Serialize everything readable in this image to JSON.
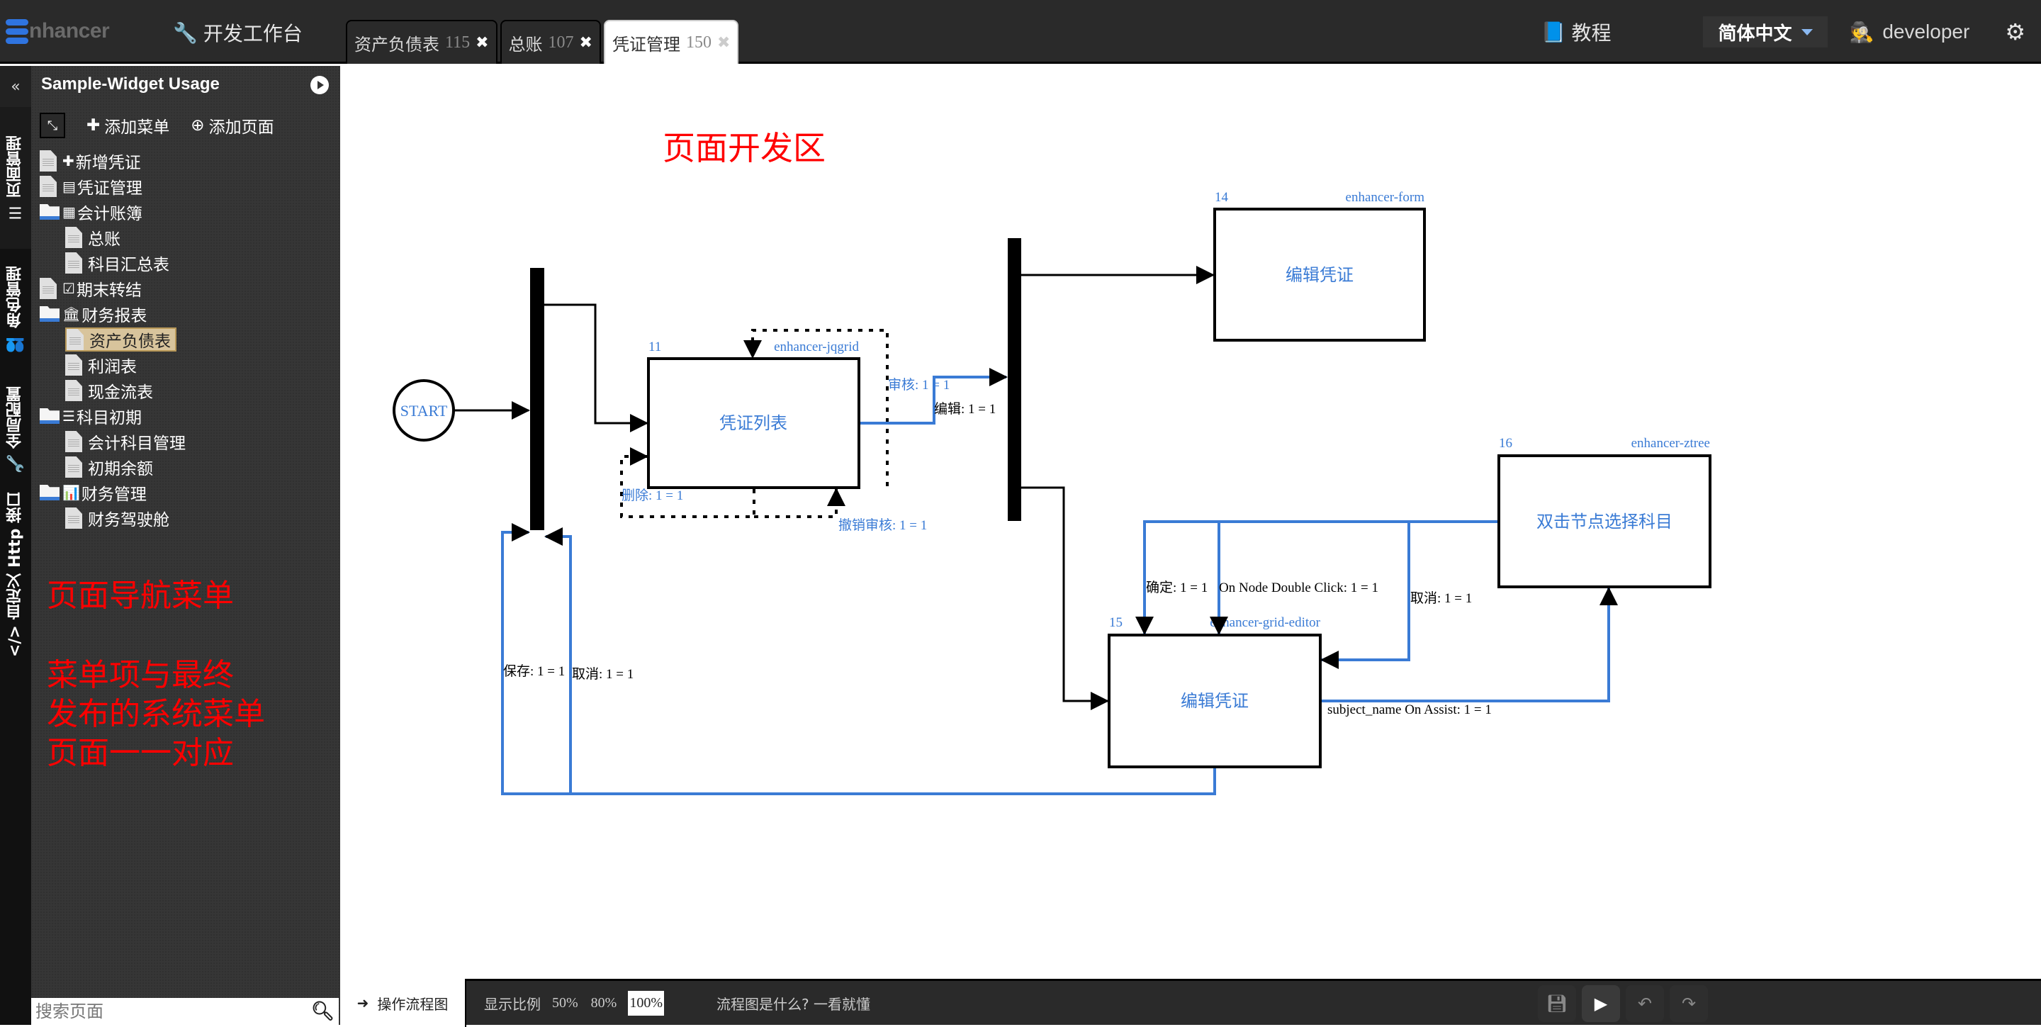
{
  "header": {
    "logo_text": "nhancer",
    "workbench_label": "开发工作台",
    "tabs": [
      {
        "label": "资产负债表",
        "id": "115",
        "active": false
      },
      {
        "label": "总账",
        "id": "107",
        "active": false
      },
      {
        "label": "凭证管理",
        "id": "150",
        "active": true
      }
    ],
    "tutorial_label": "教程",
    "language": "简体中文",
    "user": "developer",
    "icons": {
      "workbench": "wrench-icon",
      "tutorial": "book-icon",
      "user": "spy-icon",
      "settings": "gears-icon",
      "tab_close": "close-icon"
    }
  },
  "vertical_tabs": {
    "collapse": "«",
    "items": [
      {
        "label": "页面管理",
        "icon": "list-icon",
        "glyph": "☰"
      },
      {
        "label": "角色管理",
        "icon": "users-icon",
        "glyph": "👥"
      },
      {
        "label": "全局配置",
        "icon": "wrench-icon",
        "glyph": "🔧"
      },
      {
        "label": "自定义 Http 接口",
        "icon": "code-icon",
        "glyph": "</>"
      }
    ]
  },
  "sidebar": {
    "title": "Sample-Widget Usage",
    "add_menu": "添加菜单",
    "add_page": "添加页面",
    "tree": [
      {
        "label": "新增凭证",
        "type": "page",
        "level": 0,
        "glyph": "✚"
      },
      {
        "label": "凭证管理",
        "type": "page",
        "level": 0,
        "glyph": "▤"
      },
      {
        "label": "会计账簿",
        "type": "folder",
        "level": 0,
        "glyph": "▦"
      },
      {
        "label": "总账",
        "type": "page",
        "level": 1,
        "glyph": ""
      },
      {
        "label": "科目汇总表",
        "type": "page",
        "level": 1,
        "glyph": ""
      },
      {
        "label": "期末转结",
        "type": "page",
        "level": 0,
        "glyph": "☑"
      },
      {
        "label": "财务报表",
        "type": "folder",
        "level": 0,
        "glyph": "🏛"
      },
      {
        "label": "资产负债表",
        "type": "page",
        "level": 1,
        "glyph": "",
        "selected": true
      },
      {
        "label": "利润表",
        "type": "page",
        "level": 1,
        "glyph": ""
      },
      {
        "label": "现金流表",
        "type": "page",
        "level": 1,
        "glyph": ""
      },
      {
        "label": "科目初期",
        "type": "folder",
        "level": 0,
        "glyph": "☰"
      },
      {
        "label": "会计科目管理",
        "type": "page",
        "level": 1,
        "glyph": ""
      },
      {
        "label": "初期余额",
        "type": "page",
        "level": 1,
        "glyph": ""
      },
      {
        "label": "财务管理",
        "type": "folder",
        "level": 0,
        "glyph": "📊"
      },
      {
        "label": "财务驾驶舱",
        "type": "page",
        "level": 1,
        "glyph": ""
      }
    ],
    "annotation_1": "页面导航菜单",
    "annotation_2_lines": [
      "菜单项与最终",
      "发布的系统菜单",
      "页面一一对应"
    ],
    "search_placeholder": "搜索页面"
  },
  "canvas": {
    "annotation": "页面开发区",
    "colors": {
      "blue": "#3a7bd5",
      "black": "#000000"
    },
    "start_label": "START",
    "nodes": [
      {
        "id": "11",
        "widget": "enhancer-jqgrid",
        "title": "凭证列表"
      },
      {
        "id": "14",
        "widget": "enhancer-form",
        "title": "编辑凭证"
      },
      {
        "id": "15",
        "widget": "enhancer-grid-editor",
        "title": "编辑凭证"
      },
      {
        "id": "16",
        "widget": "enhancer-ztree",
        "title": "双击节点选择科目"
      }
    ],
    "edge_labels": {
      "audit": "审核: 1 = 1",
      "edit": "编辑: 1 = 1",
      "delete": "删除: 1 = 1",
      "unaudit": "撤销审核: 1 = 1",
      "save": "保存: 1 = 1",
      "cancel_15": "取消: 1 = 1",
      "confirm": "确定: 1 = 1",
      "dblclick": "On Node Double Click: 1 = 1",
      "cancel_16": "取消: 1 = 1",
      "assist": "subject_name On Assist: 1 = 1"
    }
  },
  "bottombar": {
    "flow_tab": "操作流程图",
    "zoom_label": "显示比例",
    "zoom_options": [
      "50%",
      "80%",
      "100%"
    ],
    "zoom_selected": "100%",
    "help_link": "流程图是什么? 一看就懂",
    "buttons": [
      "save-icon",
      "play-icon",
      "undo-icon",
      "redo-icon"
    ]
  }
}
